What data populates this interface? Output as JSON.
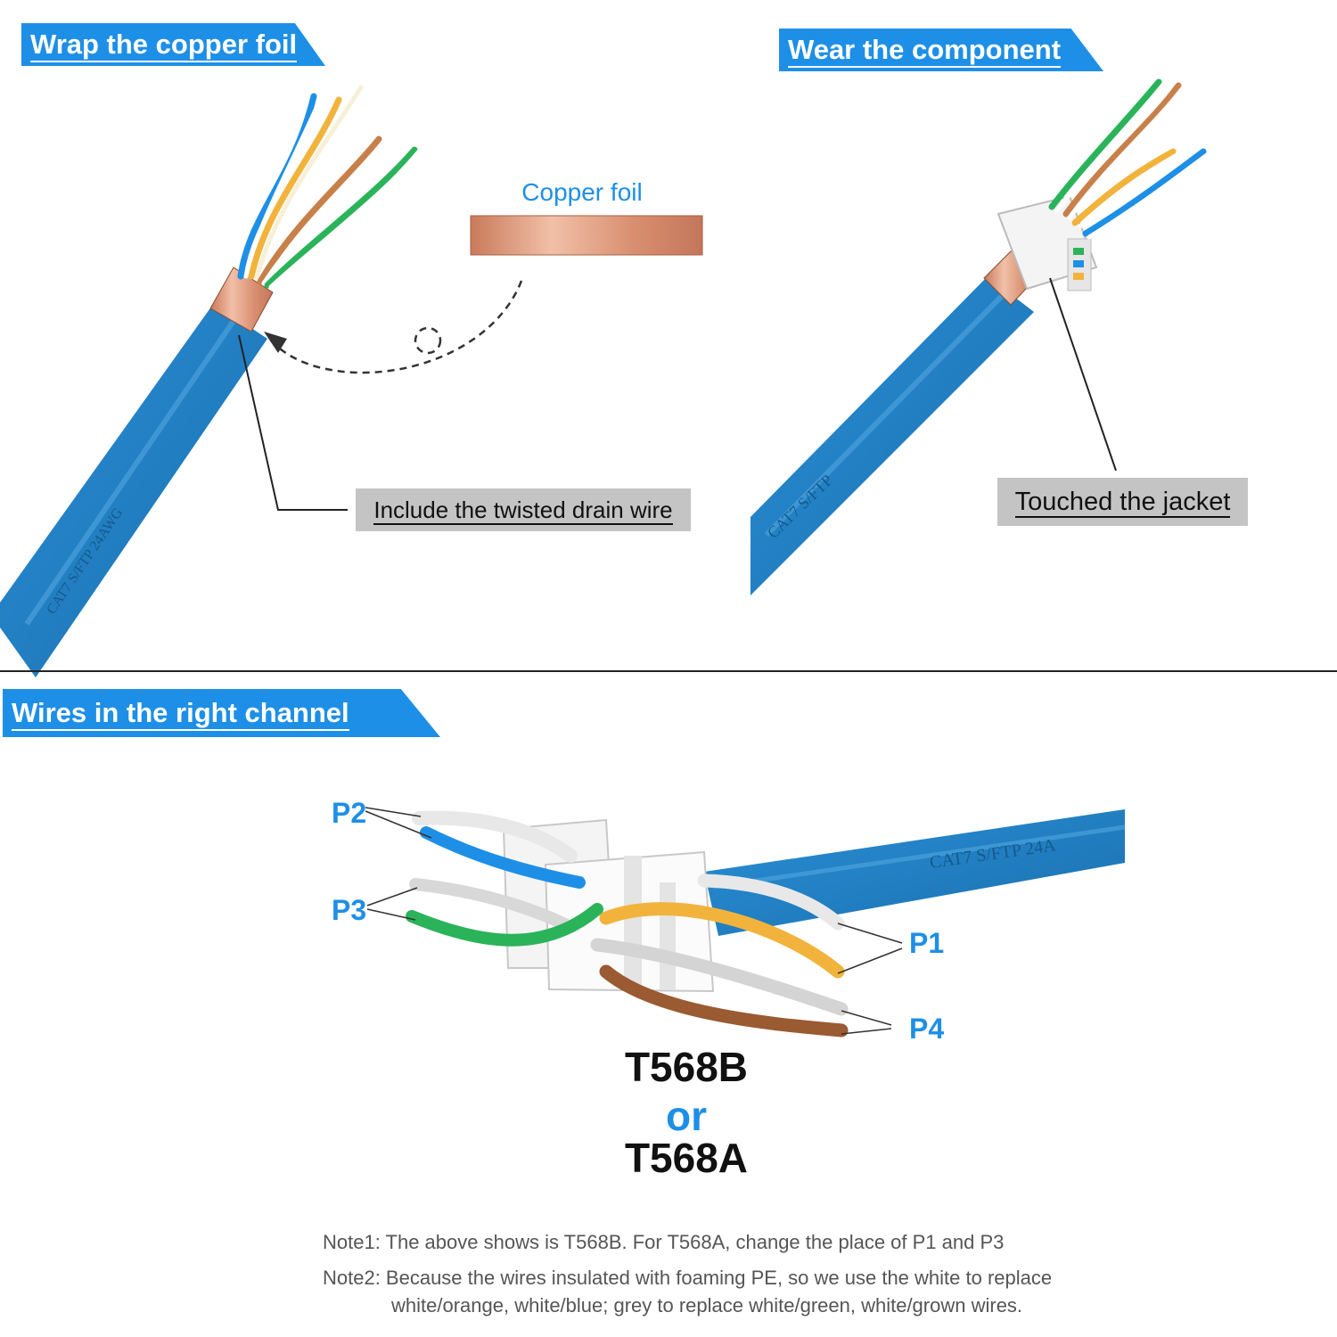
{
  "panels": {
    "wrap": {
      "title": "Wrap the copper foil",
      "callout": "Include the twisted drain wire",
      "foil_label": "Copper foil"
    },
    "wear": {
      "title": "Wear the component",
      "callout": "Touched the jacket"
    },
    "channel": {
      "title": "Wires in the right channel"
    }
  },
  "pairs": {
    "p1": "P1",
    "p2": "P2",
    "p3": "P3",
    "p4": "P4"
  },
  "standard": {
    "primary": "T568B",
    "or": "or",
    "alternate": "T568A"
  },
  "notes": {
    "note1": "Note1: The above shows is T568B. For T568A, change the place of P1 and P3",
    "note2_line1": "Note2: Because the wires insulated with foaming PE, so we use the white to replace",
    "note2_line2": "white/orange, white/blue; grey to replace white/green, white/grown wires."
  },
  "cable_print": {
    "left": "CAT7 S/FTP 24AWG",
    "right": "CAT7 S/FTP",
    "bottom": "CAT7 S/FTP 24A"
  },
  "colors": {
    "accent": "#1e8fe6",
    "cable": "#1f7fc4",
    "copper": "#d9977a",
    "label_bg": "#c4c4c4"
  }
}
